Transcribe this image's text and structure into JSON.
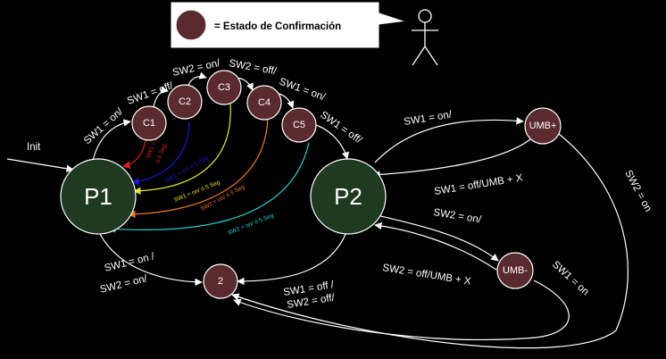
{
  "legend": {
    "text": "= Estado de Confirmación"
  },
  "nodes": {
    "P1": "P1",
    "P2": "P2",
    "C1": "C1",
    "C2": "C2",
    "C3": "C3",
    "C4": "C4",
    "C5": "C5",
    "UMBp": "UMB+",
    "UMBm": "UMB-",
    "N2": "2"
  },
  "labels": {
    "init": "Init",
    "p1_c1": "SW1 = on/",
    "c1_c2": "SW1 = off/",
    "c2_c3": "SW2 = on/",
    "c3_c4": "SW2 = off/",
    "c4_c5": "SW1 = on/",
    "c5_p2": "SW1 = off/",
    "p2_umbp": "SW1 = on/",
    "umbp_p2": "SW1 = off/UMB + X",
    "umbp_2": "SW2 = on",
    "p2_umbm": "SW2 = on/",
    "umbm_p2": "SW2 = off/UMB + X",
    "umbm_2": "SW1 = on",
    "p1_2_a": "SW1 = on /",
    "p1_2_b": "SW2 = on/",
    "p2_2_a": "SW1 = off /",
    "p2_2_b": "SW2 = off/",
    "back_c1": "SW1 = off",
    "back_c1b": "ó 5 Seg",
    "back_c2": "SW1 = on/ ó 5 Seg",
    "back_c3": "SW1 = on/ ó 5 Seg",
    "back_c4": "SW2 = on/ ó 5 Seg",
    "back_c5": "SW2 = on/ ó 5 Seg"
  },
  "colors": {
    "state_fill": "#5a2a2f",
    "main_fill": "#1e3a20",
    "back_c1": "#e0201c",
    "back_c2": "#1a1ad6",
    "back_c3": "#e6e61e",
    "back_c4": "#f07a14",
    "back_c5": "#22d3d3"
  }
}
